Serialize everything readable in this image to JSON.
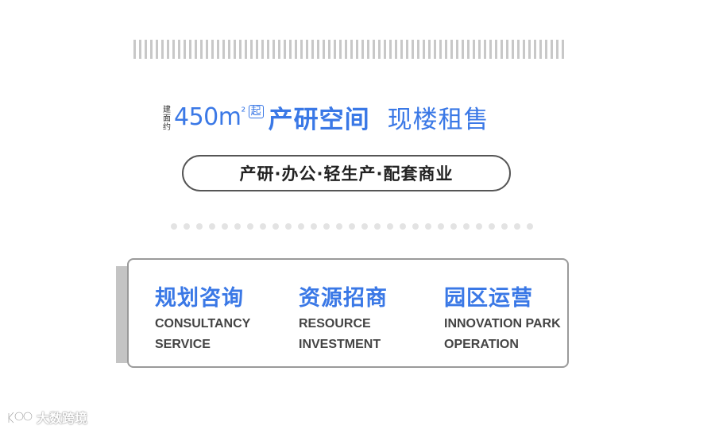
{
  "headline": {
    "prefix_chars": [
      "建",
      "面",
      "约"
    ],
    "area_value": "450m",
    "area_unit_sup": "²",
    "qi": "起",
    "main_title": "产研空间",
    "sub_title": "现楼租售"
  },
  "tagline": "产研·办公·轻生产·配套商业",
  "services": [
    {
      "cn": "规划咨询",
      "en_line1": "CONSULTANCY",
      "en_line2": "SERVICE"
    },
    {
      "cn": "资源招商",
      "en_line1": "RESOURCE",
      "en_line2": "INVESTMENT"
    },
    {
      "cn": "园区运营",
      "en_line1": "INNOVATION PARK",
      "en_line2": "OPERATION"
    }
  ],
  "watermark": {
    "text": "大数跨境",
    "icon": "watermark-logo-icon"
  },
  "colors": {
    "accent_blue": "#3a78e6",
    "dark_text": "#222222",
    "gray_border": "#9a9a9a"
  }
}
